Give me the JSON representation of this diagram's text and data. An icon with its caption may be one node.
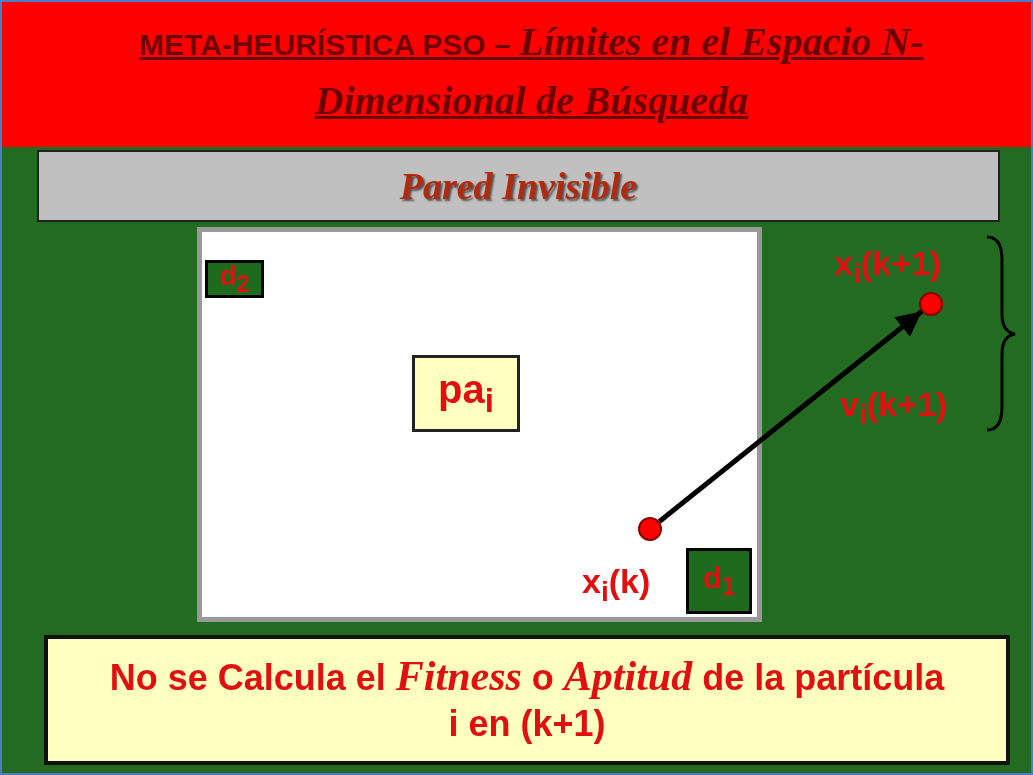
{
  "diagram": {
    "title": "META-HEURÍSTICA PSO – *Límites en el Espacio N-Dimensional de Búsqueda*",
    "nodes": [
      {
        "text": [
          "Pared Invisible"
        ]
      },
      {
        "text": [],
        "shape": "box"
      },
      {
        "text": [
          "d$_{2}$"
        ],
        "in": 1
      },
      {
        "text": [
          "pa$_{i}$"
        ],
        "in": 1
      },
      {
        "text": [],
        "shape": "circle",
        "in": 1,
        "beside": [
          "x$_{i}$(k)"
        ]
      },
      {
        "text": [
          "d$_{1}$"
        ],
        "in": 1
      },
      {
        "text": [],
        "shape": "circle",
        "beside": [
          "x$_{i}$(k+1)"
        ]
      },
      {
        "text": [
          "No se Calcula el *Fitness* o *Aptitud* de la partícula i en (k+1)"
        ]
      }
    ],
    "edges": [
      {
        "from": 4,
        "to": 6,
        "arrow": "to"
      }
    ],
    "labels": [
      "v$_{i}$(k+1)"
    ]
  }
}
